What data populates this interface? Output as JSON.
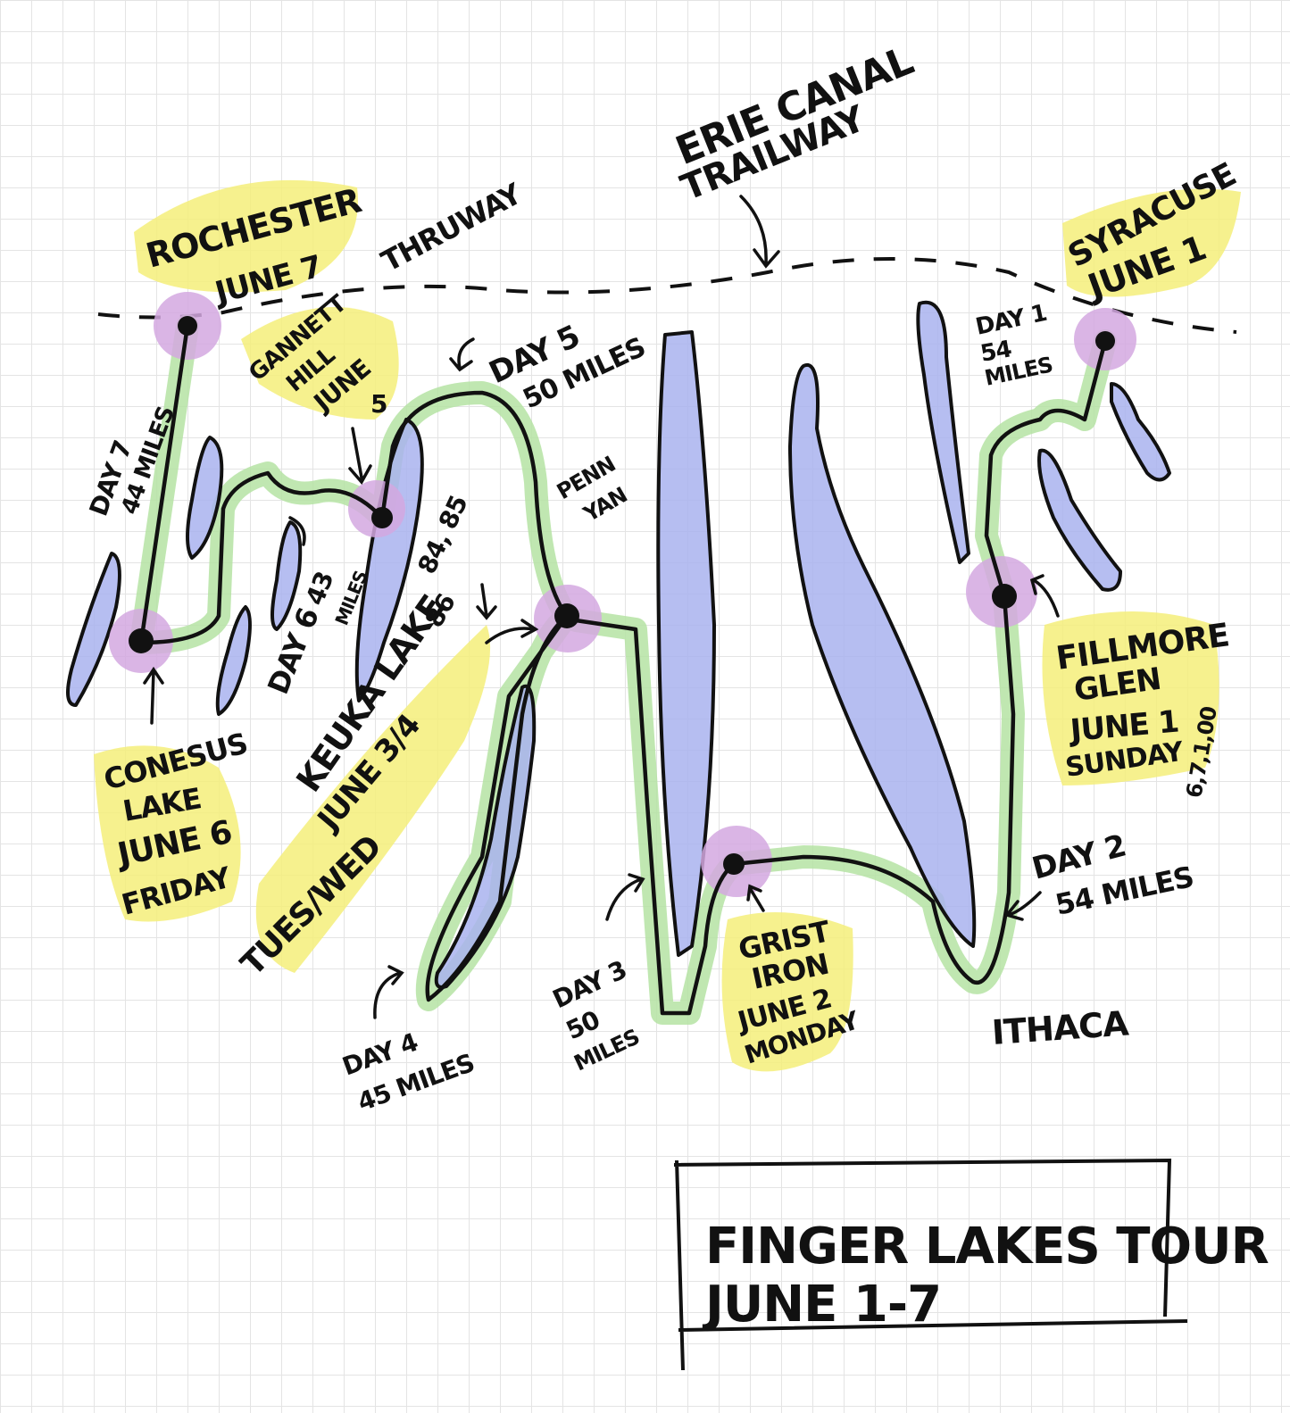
{
  "title": {
    "line1": "FINGER LAKES TOUR",
    "line2": "JUNE 1-7"
  },
  "trail": {
    "line1": "ERIE CANAL",
    "line2": "TRAILWAY"
  },
  "thruway": "THRUWAY",
  "stops": {
    "rochester": {
      "name": "ROCHESTER",
      "date": "JUNE 7"
    },
    "syracuse": {
      "name": "SYRACUSE",
      "date": "JUNE 1"
    },
    "gannett": {
      "name1": "GANNETT",
      "name2": "HILL",
      "date1": "JUNE",
      "date2": "5"
    },
    "conesus": {
      "name1": "CONESUS",
      "name2": "LAKE",
      "date": "JUNE 6",
      "day": "FRIDAY"
    },
    "keuka": {
      "name": "KEUKA LAKE",
      "date": "JUNE 3/4",
      "day": "TUES/WED"
    },
    "fillmore": {
      "name1": "FILLMORE",
      "name2": "GLEN",
      "date": "JUNE 1",
      "day": "SUNDAY",
      "note": "6,7,1,00"
    },
    "grist": {
      "name1": "GRIST",
      "name2": "IRON",
      "date": "JUNE 2",
      "day": "MONDAY"
    }
  },
  "days": {
    "d1": {
      "label": "DAY 1",
      "miles": "54",
      "unit": "MILES"
    },
    "d2": {
      "label": "DAY 2",
      "miles": "54 MILES"
    },
    "d3": {
      "label": "DAY 3",
      "miles": "50",
      "unit": "MILES"
    },
    "d4": {
      "label": "DAY 4",
      "miles": "45 MILES"
    },
    "d5": {
      "label": "DAY 5",
      "miles": "50 MILES"
    },
    "d6": {
      "label": "DAY 6",
      "miles": "43",
      "unit": "MILES"
    },
    "d7": {
      "label": "DAY 7",
      "miles": "44 MILES"
    }
  },
  "places": {
    "penn_yan1": "PENN",
    "penn_yan2": "YAN",
    "ithaca": "ITHACA",
    "routes1": "84, 85",
    "routes2": "86"
  },
  "colors": {
    "lake": "#a9b3ee",
    "route": "#b5e3a3",
    "highlight": "#f4ef7a",
    "stop": "#d3a8e0"
  }
}
